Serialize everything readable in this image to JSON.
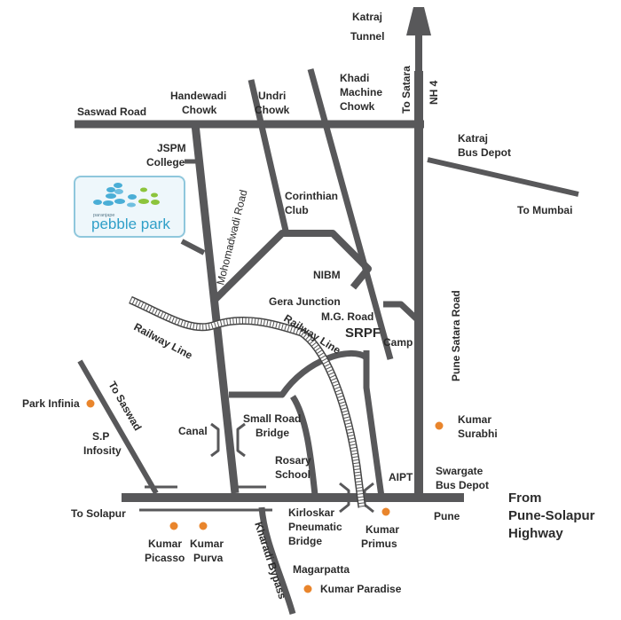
{
  "logo": {
    "small_text": "paranjape",
    "brand": "pebble park"
  },
  "labels": {
    "katraj_tunnel": [
      "Katraj",
      "Tunnel"
    ],
    "khadi_machine_chowk": [
      "Khadi",
      "Machine",
      "Chowk"
    ],
    "undri_chowk": [
      "Undri",
      "Chowk"
    ],
    "handewadi_chowk": [
      "Handewadi",
      "Chowk"
    ],
    "saswad_road": "Saswad Road",
    "to_satara": "To Satara",
    "nh4": "NH 4",
    "katraj_bus_depot": [
      "Katraj",
      "Bus Depot"
    ],
    "to_mumbai": "To Mumbai",
    "jspm_college": [
      "JSPM",
      "College"
    ],
    "corinthian_club": [
      "Corinthian",
      "Club"
    ],
    "mohomadwadi_road": "Mohomadwadi Road",
    "nibm": "NIBM",
    "gera_junction": "Gera Junction",
    "mg_road": "M.G. Road",
    "srpf": "SRPF",
    "camp": "Camp",
    "railway_line_1": "Railway Line",
    "railway_line_2": "Railway Line",
    "pune_satara_road": "Pune Satara Road",
    "to_saswad": "To Saswad",
    "park_infinia": "Park Infinia",
    "sp_infosity": [
      "S.P",
      "Infosity"
    ],
    "canal": "Canal",
    "small_road_bridge": [
      "Small Road",
      "Bridge"
    ],
    "rosary_school": [
      "Rosary",
      "School"
    ],
    "kumar_surabhi": [
      "Kumar",
      "Surabhi"
    ],
    "swargate_bus_depot": [
      "Swargate",
      "Bus Depot"
    ],
    "aipt": "AIPT",
    "from_pune_solapur": [
      "From",
      "Pune-Solapur",
      "Highway"
    ],
    "to_solapur": "To Solapur",
    "pune": "Pune",
    "kirloskar_bridge": [
      "Kirloskar",
      "Pneumatic",
      "Bridge"
    ],
    "kumar_primus": [
      "Kumar",
      "Primus"
    ],
    "kumar_picasso": [
      "Kumar",
      "Picasso"
    ],
    "kumar_purva": [
      "Kumar",
      "Purva"
    ],
    "kharadi_bypass": "Kharadi Bypass",
    "magarpatta": "Magarpatta",
    "kumar_paradise": "Kumar Paradise"
  },
  "colors": {
    "road": "#58585a",
    "poi": "#e9852c",
    "text": "#2b2b2b",
    "logo_border": "#8fc7dc",
    "logo_bg": "#eef7fb",
    "brand_text": "#2f9fc8",
    "stone_blue": "#4aaed6",
    "stone_green": "#8cc43c"
  }
}
